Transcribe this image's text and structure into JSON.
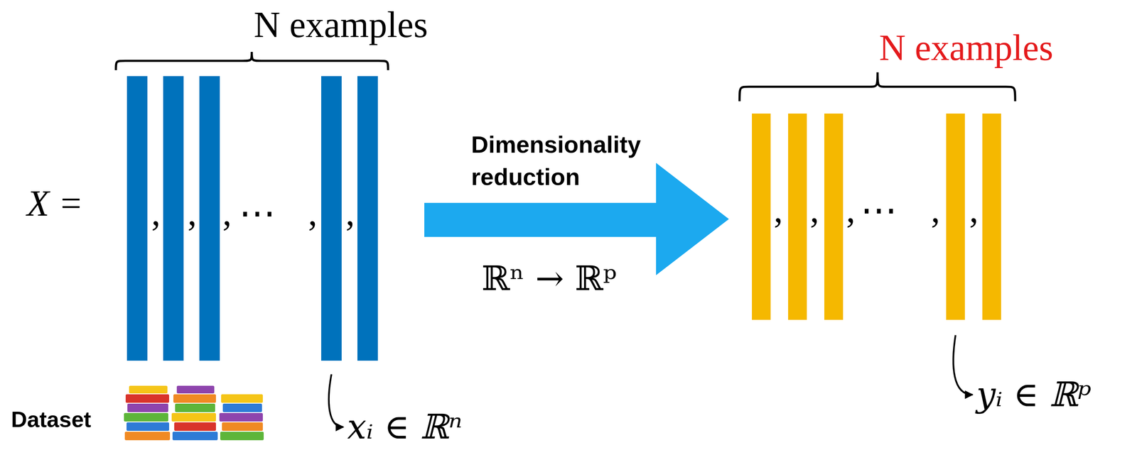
{
  "diagram": {
    "labels": [
      "N examples",
      "X =",
      ",",
      ",",
      ",",
      "⋯",
      ",",
      ",",
      "Dimensionality reduction",
      "ℝⁿ → ℝᵖ",
      "N examples",
      ",",
      ",",
      ",",
      "⋯",
      ",",
      ",",
      "yᵢ ∈ ℝᵖ",
      "Dataset",
      "xᵢ ∈ ℝⁿ"
    ]
  }
}
